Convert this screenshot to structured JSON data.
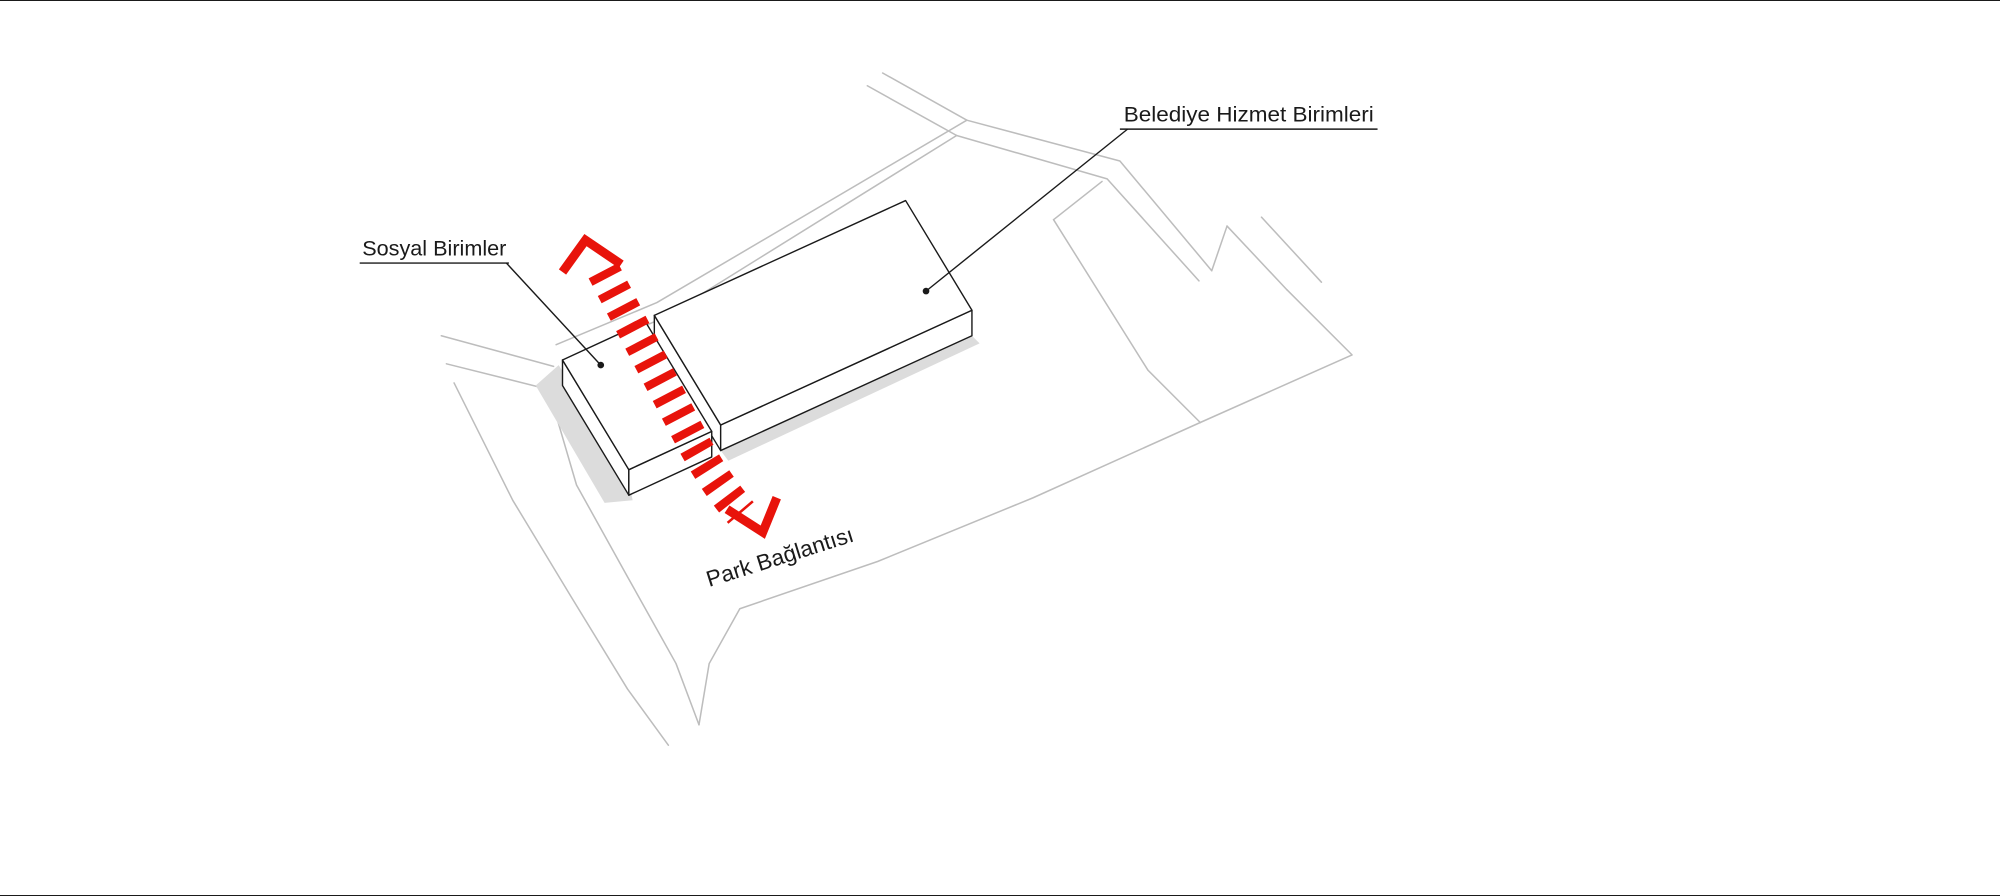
{
  "diagram": {
    "labels": {
      "main_building": "Belediye Hizmet Birimleri",
      "social_units": "Sosyal Birimler",
      "park_connection": "Park Bağlantısı"
    },
    "colors": {
      "arrow": "#e8130b",
      "site_lines": "#bdbdbd",
      "outline": "#1a1a1a",
      "shadow": "#dcdcdc",
      "building_fill": "#ffffff",
      "background": "#ffffff"
    }
  }
}
